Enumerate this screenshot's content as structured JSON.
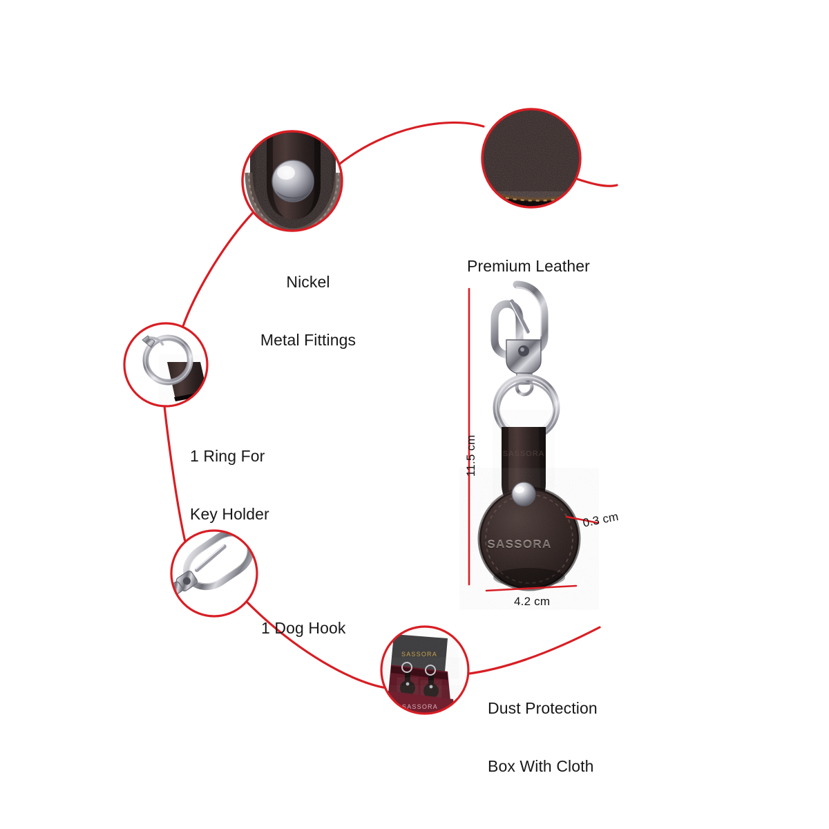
{
  "page": {
    "background": "#ffffff",
    "accent_red": "#d81e24",
    "text_color": "#18181a",
    "brand": "SASSORA"
  },
  "callouts": [
    {
      "id": "nickel-metal-fittings",
      "label_line1": "Nickel",
      "label_line2": "Metal Fittings",
      "detail": "snap-stud"
    },
    {
      "id": "premium-leather",
      "label_line1": "Premium Leather",
      "label_line2": "",
      "detail": "leather-grain"
    },
    {
      "id": "ring-for-key-holder",
      "label_line1": "1 Ring For",
      "label_line2": "Key Holder",
      "detail": "split-ring"
    },
    {
      "id": "dog-hook",
      "label_line1": "1 Dog Hook",
      "label_line2": "",
      "detail": "lobster-clasp"
    },
    {
      "id": "dust-protection-box",
      "label_line1": "Dust Protection",
      "label_line2": "Box With Cloth",
      "detail": "gift-box"
    }
  ],
  "product": {
    "brand_emboss": "SASSORA",
    "dimensions": {
      "height": "11.5 cm",
      "width": "4.2 cm",
      "thickness": "0.3 cm"
    }
  },
  "box": {
    "lid_text": "SASSORA",
    "cloth_text": "SASSORA"
  }
}
